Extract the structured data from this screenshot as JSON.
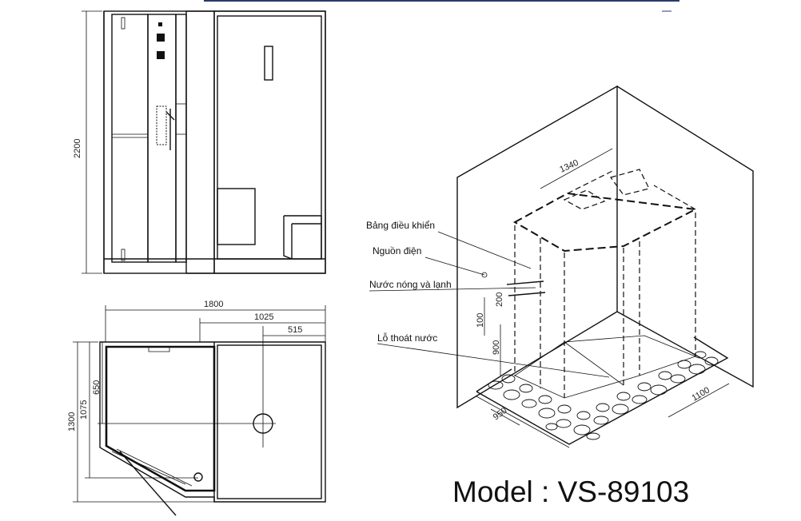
{
  "front_view": {
    "height_dim": "2200"
  },
  "plan_view": {
    "width_dim": "1800",
    "dim_1025": "1025",
    "dim_515": "515",
    "depth_dim": "1300",
    "dim_1075": "1075",
    "dim_650": "650"
  },
  "iso_view": {
    "dim_1340": "1340",
    "dim_200": "200",
    "dim_100": "100",
    "dim_900": "900",
    "dim_950": "950",
    "dim_1100": "1100"
  },
  "callouts": {
    "control_panel": "Bảng điều khiển",
    "power": "Nguồn điện",
    "hot_cold_water": "Nước nóng và lạnh",
    "drain": "Lỗ thoát nước"
  },
  "model_text": "Model : VS-89103",
  "colors": {
    "line": "#111111",
    "background": "#ffffff",
    "top_bar": "#2b3a6b"
  }
}
